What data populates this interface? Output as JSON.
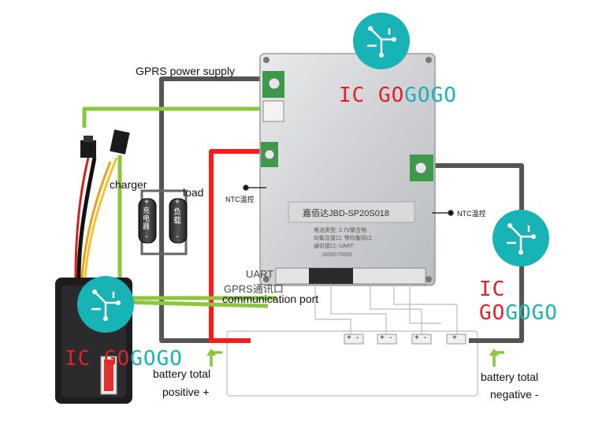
{
  "labels": {
    "gprs_power": "GPRS power supply",
    "charger": "charger",
    "load": "load",
    "ntc_left": "NTC温控",
    "ntc_right": "NTC温控",
    "uart": "UART",
    "gprs_comm": "GPRS通讯口",
    "comm_port": "communication port",
    "bat_pos_1": "battery total",
    "bat_pos_2": "positive +",
    "bat_neg_1": "battery total",
    "bat_neg_2": "negative -"
  },
  "board": {
    "model": "嘉佰达JBD-SP20S018",
    "spec_1": "电池类型:  3.7V聚合物",
    "spec_2": "均衡及接口:  带均衡同口",
    "spec_3": "通讯接口:  UART",
    "serial": "1806070066"
  },
  "components": {
    "charger_text": "充电器",
    "load_text": "负载",
    "plus": "+",
    "minus": "-"
  },
  "cells": [
    {
      "pos": "+",
      "neg": "-"
    },
    {
      "pos": "+",
      "neg": "-"
    },
    {
      "pos": "+",
      "neg": "-"
    },
    {
      "pos": "+",
      "neg": ""
    }
  ],
  "watermark": {
    "ic": "IC",
    "go": "GO",
    "gogo": "GOGO"
  },
  "colors": {
    "wire_black": "#555555",
    "wire_red": "#ff1a1a",
    "wire_green": "#8cc63f",
    "teal": "#18b3b5",
    "logo_red": "#e0202a"
  }
}
